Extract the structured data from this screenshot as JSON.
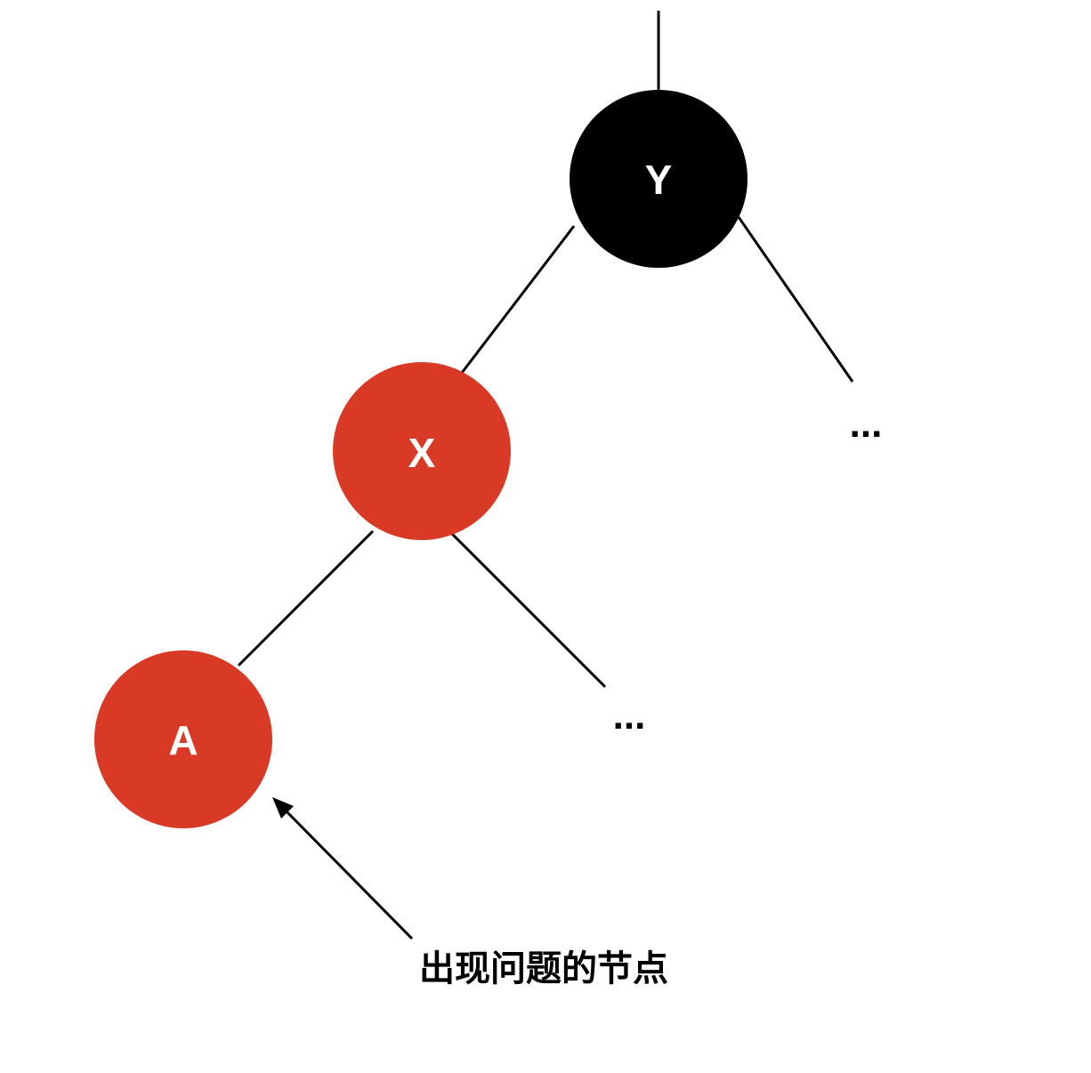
{
  "nodes": {
    "y": {
      "label": "Y",
      "color": "#000000"
    },
    "x": {
      "label": "X",
      "color": "#d93a26"
    },
    "a": {
      "label": "A",
      "color": "#d93a26"
    }
  },
  "placeholders": {
    "y_right": "...",
    "x_right": "..."
  },
  "annotation": {
    "text": "出现问题的节点",
    "target": "A"
  }
}
